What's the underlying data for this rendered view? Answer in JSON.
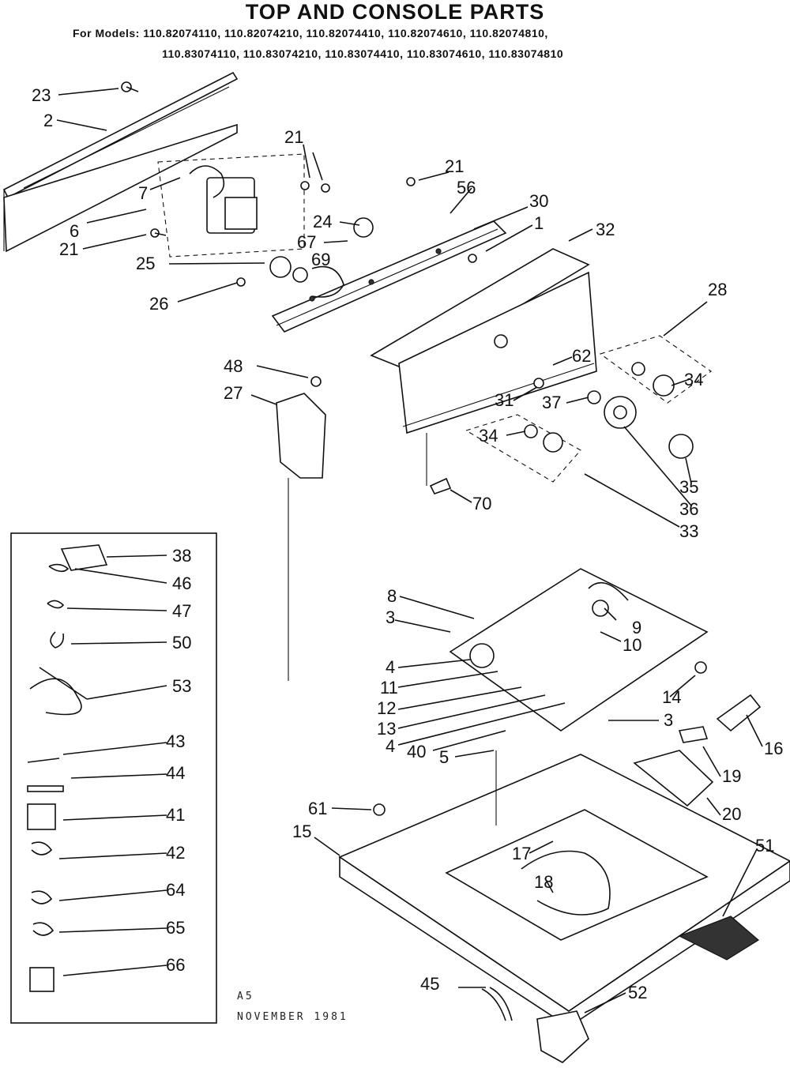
{
  "header": {
    "title": "TOP AND CONSOLE PARTS",
    "models_line_1": "For Models: 110.82074110, 110.82074210, 110.82074410, 110.82074610, 110.82074810,",
    "models_line_2": "110.83074110, 110.83074210, 110.83074410, 110.83074610, 110.83074810"
  },
  "footer": {
    "line_1": "A5",
    "line_2": "NOVEMBER 1981"
  },
  "callouts": {
    "c23": "23",
    "c2": "2",
    "c21a": "21",
    "c21b": "21",
    "c21c": "21",
    "c56": "56",
    "c30": "30",
    "c1": "1",
    "c32": "32",
    "c7": "7",
    "c6": "6",
    "c24": "24",
    "c67": "67",
    "c69": "69",
    "c25": "25",
    "c26": "26",
    "c28": "28",
    "c48": "48",
    "c27": "27",
    "c62": "62",
    "c34a": "34",
    "c31": "31",
    "c37": "37",
    "c34b": "34",
    "c70": "70",
    "c35": "35",
    "c36": "36",
    "c33": "33",
    "c38": "38",
    "c46": "46",
    "c47": "47",
    "c50": "50",
    "c53": "53",
    "c43": "43",
    "c44": "44",
    "c41": "41",
    "c42": "42",
    "c64": "64",
    "c65": "65",
    "c66": "66",
    "c8": "8",
    "c3a": "3",
    "c9": "9",
    "c10": "10",
    "c4a": "4",
    "c11": "11",
    "c12": "12",
    "c13": "13",
    "c4b": "4",
    "c40": "40",
    "c5": "5",
    "c14": "14",
    "c3b": "3",
    "c16": "16",
    "c19": "19",
    "c20": "20",
    "c61": "61",
    "c15": "15",
    "c17": "17",
    "c18": "18",
    "c51": "51",
    "c45": "45",
    "c52": "52"
  }
}
